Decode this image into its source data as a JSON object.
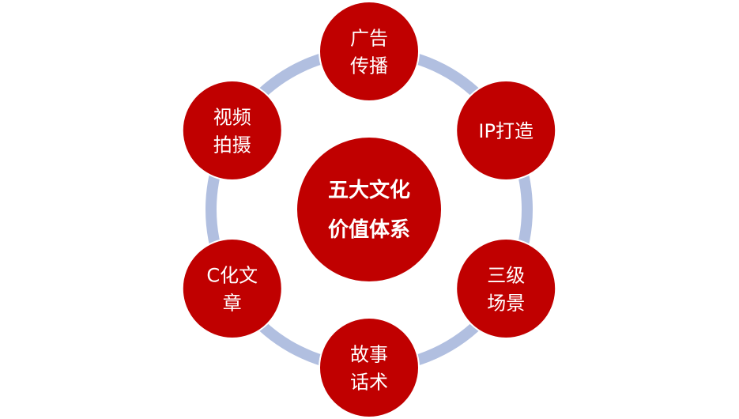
{
  "center": {
    "lines": [
      "五大文化",
      "价值体系"
    ]
  },
  "nodes": [
    {
      "lines": [
        "广告",
        "传播"
      ]
    },
    {
      "lines": [
        "IP打造"
      ]
    },
    {
      "lines": [
        "三级",
        "场景"
      ]
    },
    {
      "lines": [
        "故事",
        "话术"
      ]
    },
    {
      "lines": [
        "C化文",
        "章"
      ]
    },
    {
      "lines": [
        "视频",
        "拍摄"
      ]
    }
  ],
  "colors": {
    "circle": "#c00000",
    "ring": "#b1bfe0"
  }
}
